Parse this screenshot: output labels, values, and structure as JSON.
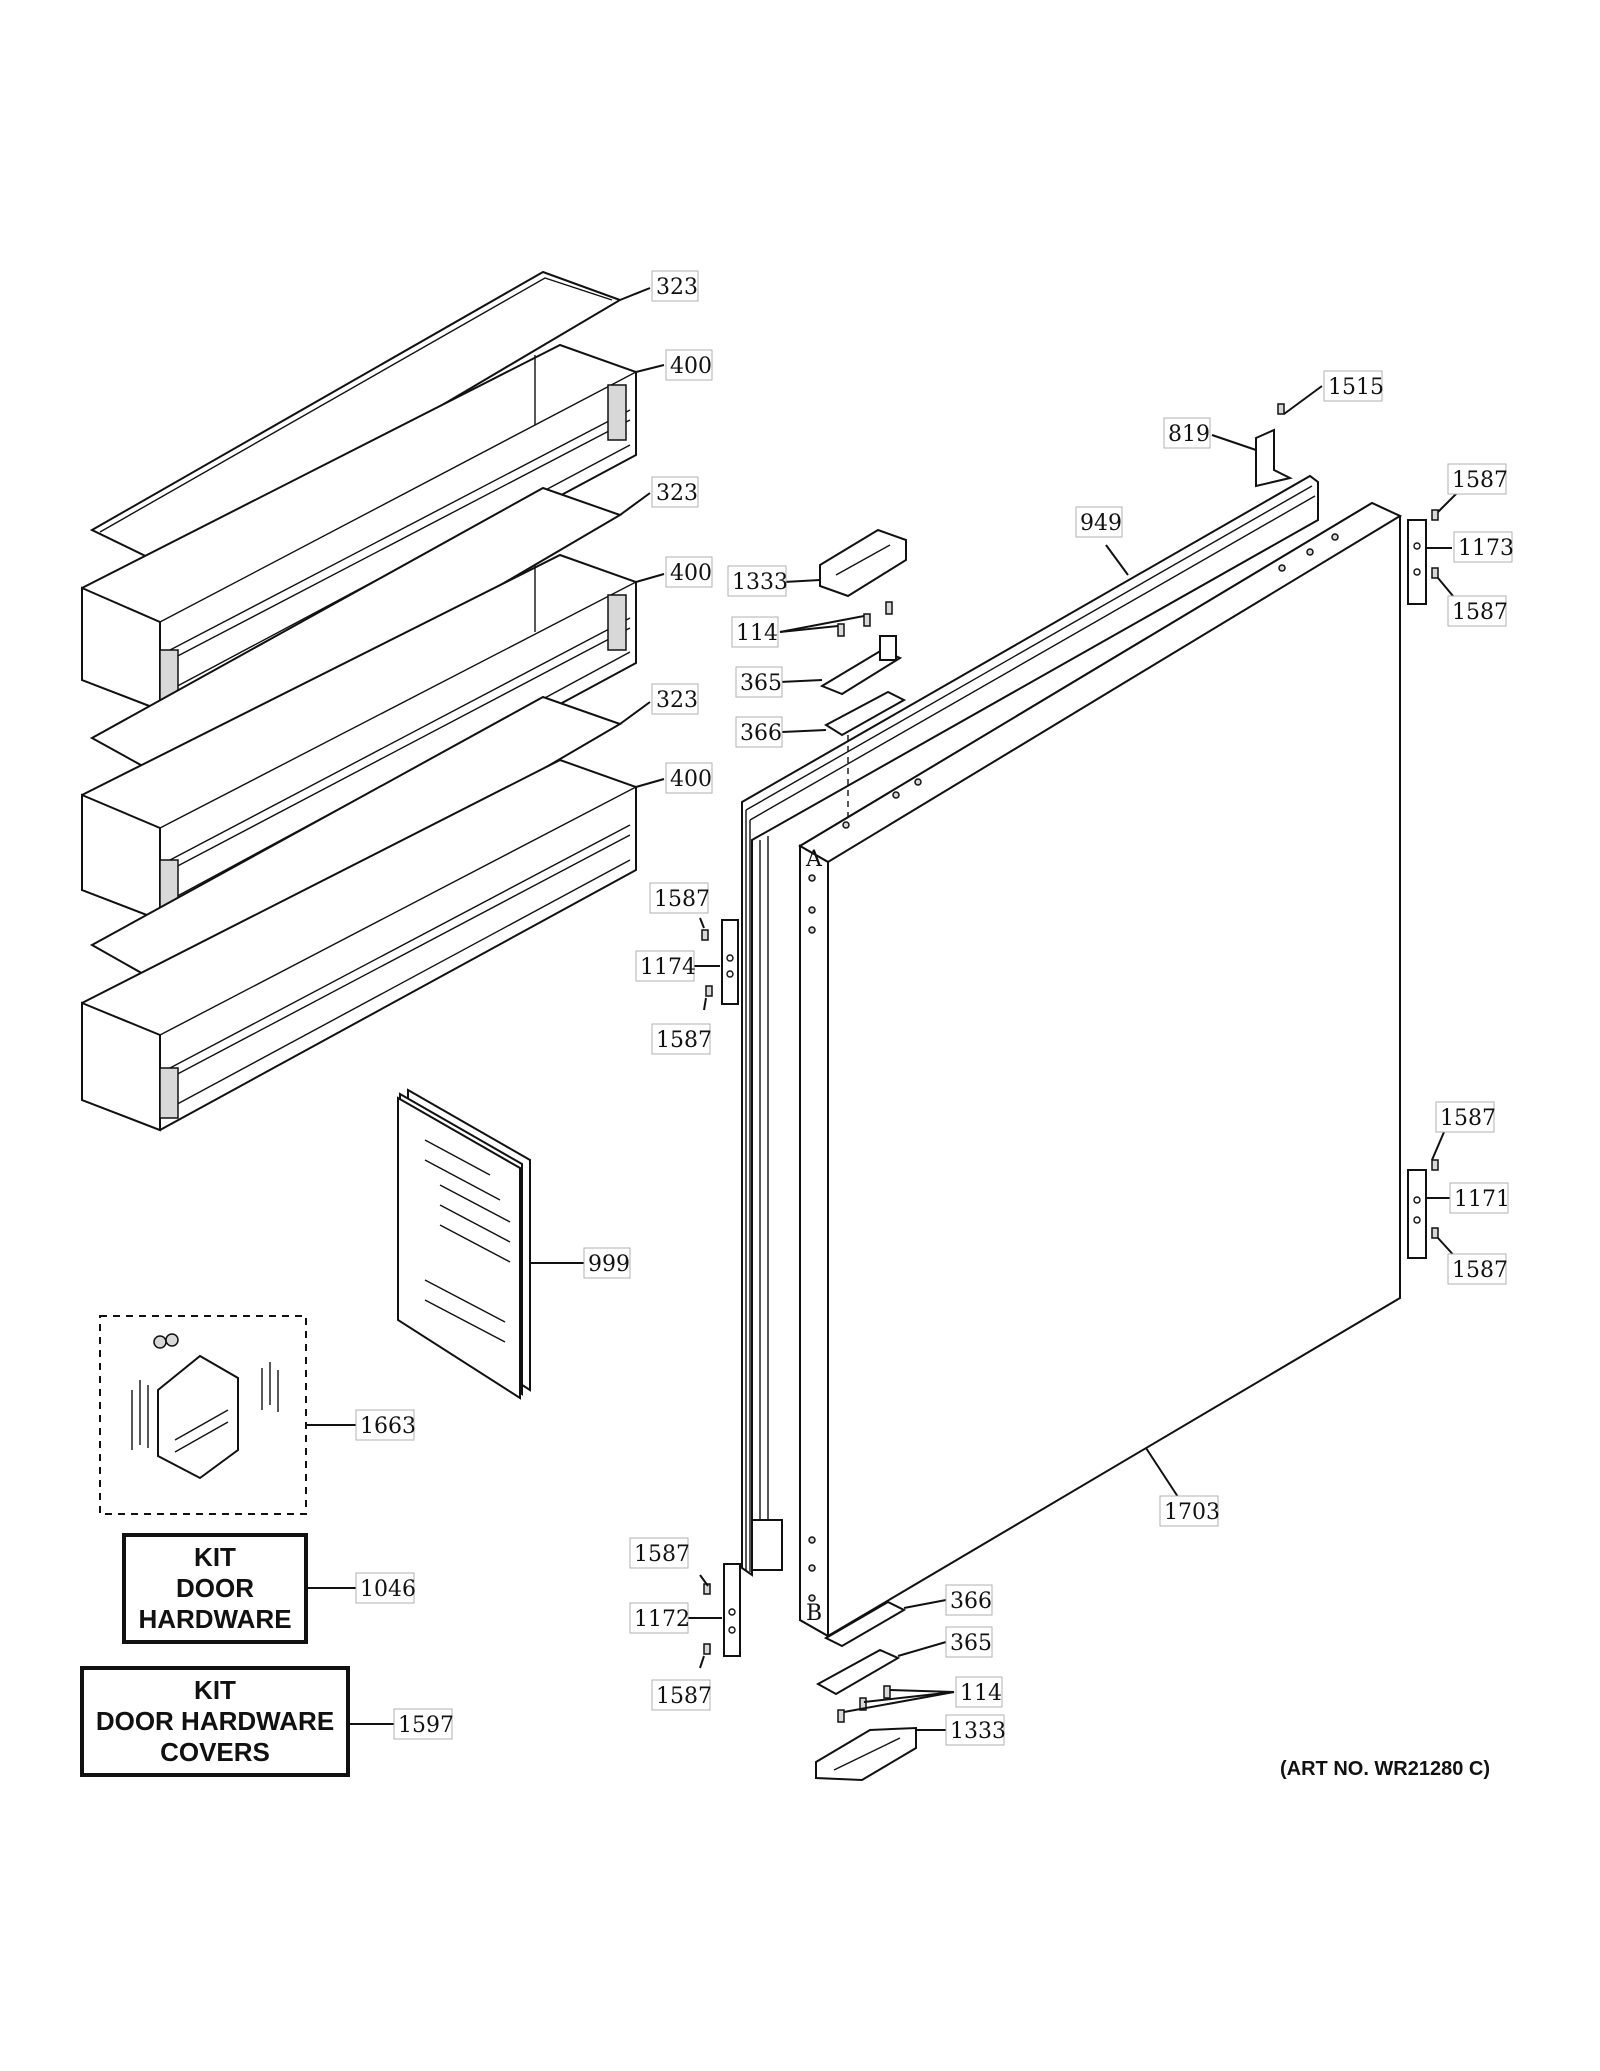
{
  "callouts": {
    "c323a": "323",
    "c400a": "400",
    "c323b": "323",
    "c400b": "400",
    "c323c": "323",
    "c400c": "400",
    "c1515": "1515",
    "c819": "819",
    "c949": "949",
    "c1587a": "1587",
    "c1173": "1173",
    "c1587b": "1587",
    "c1333a": "1333",
    "c114a": "114",
    "c365a": "365",
    "c366a": "366",
    "c1587c": "1587",
    "c1174": "1174",
    "c1587d": "1587",
    "c1587e": "1587",
    "c1171": "1171",
    "c1587f": "1587",
    "c999": "999",
    "c1663": "1663",
    "c1703": "1703",
    "c1046": "1046",
    "c1587g": "1587",
    "c1172": "1172",
    "c1587h": "1587",
    "c366b": "366",
    "c365b": "365",
    "c114b": "114",
    "c1333b": "1333",
    "c1597": "1597"
  },
  "kits": {
    "door_hardware": [
      "KIT",
      "DOOR",
      "HARDWARE"
    ],
    "door_hardware_covers": [
      "KIT",
      "DOOR HARDWARE",
      "COVERS"
    ]
  },
  "hinge_letters": {
    "top": "A",
    "bottom": "B"
  },
  "art_number": "(ART NO. WR21280 C)"
}
